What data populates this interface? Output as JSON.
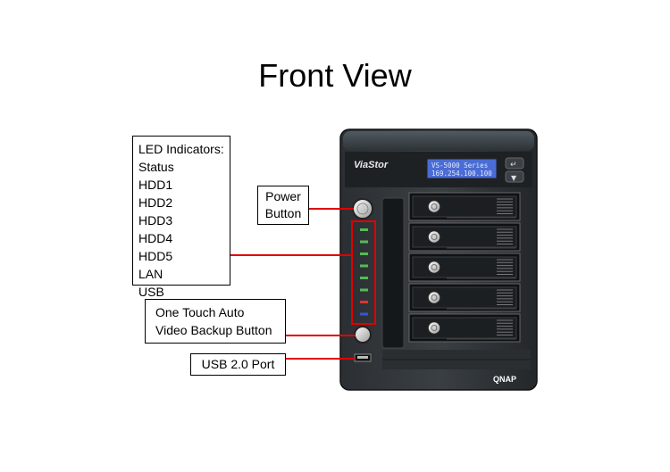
{
  "title": "Front View",
  "device": {
    "brand": "ViaStor",
    "lcd_line1": "VS-5000 Series",
    "lcd_line2": "169.254.100.100",
    "logo": "QNAP",
    "bay_count": 5,
    "led_colors": [
      "#55bb55",
      "#55bb55",
      "#55bb55",
      "#55bb55",
      "#55bb55",
      "#55bb55",
      "#dd3333",
      "#3355dd"
    ],
    "highlight_color": "#e00000"
  },
  "callouts": {
    "led": {
      "heading": "LED Indicators:",
      "items": [
        "Status",
        "HDD1",
        "HDD2",
        "HDD3",
        "HDD4",
        "HDD5",
        "LAN",
        "USB"
      ]
    },
    "power": {
      "line1": "Power",
      "line2": "Button"
    },
    "otb": {
      "line1": "One Touch Auto",
      "line2": "Video Backup Button"
    },
    "usb": {
      "label": "USB 2.0 Port"
    }
  }
}
